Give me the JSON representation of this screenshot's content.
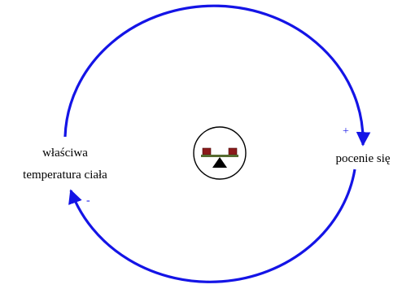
{
  "diagram": {
    "type": "causal-loop",
    "nodes": [
      {
        "id": "body-temperature",
        "label_lines": [
          "właściwa",
          "temperatura ciała"
        ]
      },
      {
        "id": "sweating",
        "label_lines": [
          "pocenie się"
        ]
      }
    ],
    "links": [
      {
        "from": "body-temperature",
        "to": "sweating",
        "polarity": "+"
      },
      {
        "from": "sweating",
        "to": "body-temperature",
        "polarity": "-"
      }
    ],
    "loop": {
      "type": "balancing",
      "icon": "balance-seesaw-icon"
    },
    "colors": {
      "arrow": "#1414e6",
      "label": "#000000",
      "polarity": "#1414e6",
      "icon_weights": "#8b1a1a",
      "icon_beam": "#556b2f",
      "icon_fulcrum": "#000000"
    }
  }
}
